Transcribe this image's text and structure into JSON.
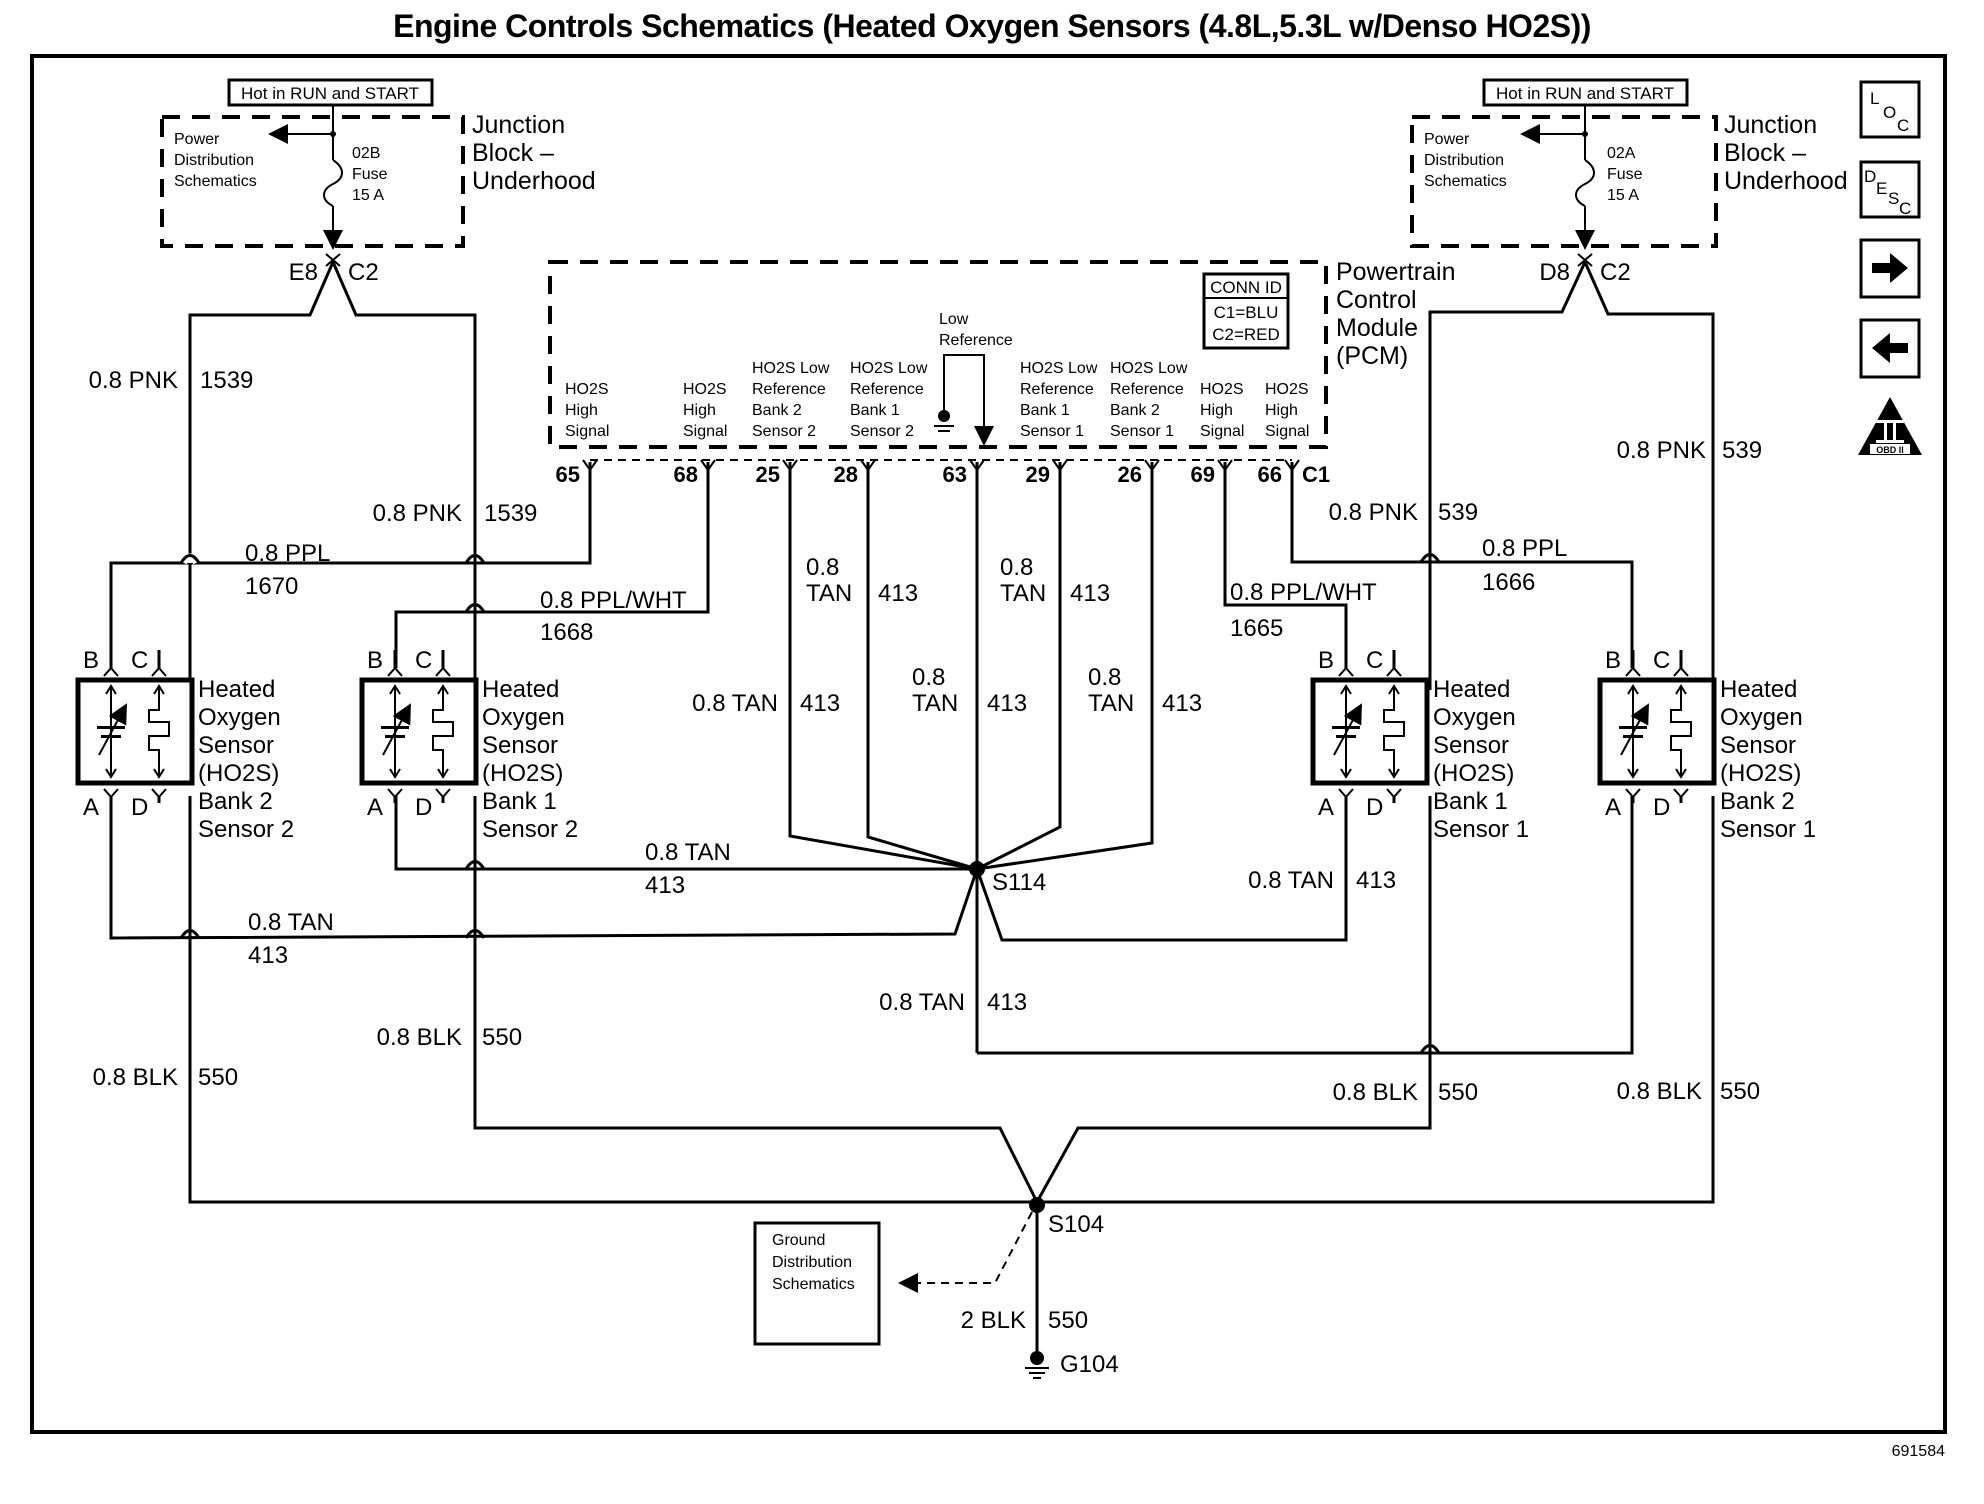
{
  "title": "Engine Controls Schematics (Heated Oxygen Sensors (4.8L,5.3L w/Denso HO2S))",
  "figure_id": "691584",
  "nav_icons": [
    {
      "name": "loc-icon",
      "label": "LOC"
    },
    {
      "name": "desc-icon",
      "label": "DESC"
    },
    {
      "name": "next-arrow-icon",
      "label": "→"
    },
    {
      "name": "prev-arrow-icon",
      "label": "←"
    },
    {
      "name": "obd-ii-icon",
      "label": "OBD II"
    }
  ],
  "junction_blocks": [
    {
      "hot_label": "Hot in RUN and START",
      "feed_label": [
        "Power",
        "Distribution",
        "Schematics"
      ],
      "fuse": [
        "02B",
        "Fuse",
        "15 A"
      ],
      "name": [
        "Junction",
        "Block –",
        "Underhood"
      ],
      "connector_pin": "E8",
      "connector": "C2"
    },
    {
      "hot_label": "Hot in RUN and START",
      "feed_label": [
        "Power",
        "Distribution",
        "Schematics"
      ],
      "fuse": [
        "02A",
        "Fuse",
        "15 A"
      ],
      "name": [
        "Junction",
        "Block –",
        "Underhood"
      ],
      "connector_pin": "D8",
      "connector": "C2"
    }
  ],
  "pcm": {
    "name": [
      "Powertrain",
      "Control",
      "Module",
      "(PCM)"
    ],
    "conn_id": {
      "title": "CONN ID",
      "c1": "C1=BLU",
      "c2": "C2=RED"
    },
    "low_reference": [
      "Low",
      "Reference"
    ],
    "connector": "C1",
    "pins": [
      {
        "pin": "65",
        "label": [
          "HO2S",
          "High",
          "Signal"
        ]
      },
      {
        "pin": "68",
        "label": [
          "HO2S",
          "High",
          "Signal"
        ]
      },
      {
        "pin": "25",
        "label": [
          "HO2S Low",
          "Reference",
          "Bank 2",
          "Sensor 2"
        ]
      },
      {
        "pin": "28",
        "label": [
          "HO2S Low",
          "Reference",
          "Bank 1",
          "Sensor 2"
        ]
      },
      {
        "pin": "63",
        "label": []
      },
      {
        "pin": "29",
        "label": [
          "HO2S Low",
          "Reference",
          "Bank 1",
          "Sensor 1"
        ]
      },
      {
        "pin": "26",
        "label": [
          "HO2S Low",
          "Reference",
          "Bank 2",
          "Sensor 1"
        ]
      },
      {
        "pin": "69",
        "label": [
          "HO2S",
          "High",
          "Signal"
        ]
      },
      {
        "pin": "66",
        "label": [
          "HO2S",
          "High",
          "Signal"
        ]
      }
    ]
  },
  "sensors": [
    {
      "name": [
        "Heated",
        "Oxygen",
        "Sensor",
        "(HO2S)",
        "Bank 2",
        "Sensor 2"
      ],
      "pins": [
        "B",
        "C",
        "A",
        "D"
      ]
    },
    {
      "name": [
        "Heated",
        "Oxygen",
        "Sensor",
        "(HO2S)",
        "Bank 1",
        "Sensor 2"
      ],
      "pins": [
        "B",
        "C",
        "A",
        "D"
      ]
    },
    {
      "name": [
        "Heated",
        "Oxygen",
        "Sensor",
        "(HO2S)",
        "Bank 1",
        "Sensor 1"
      ],
      "pins": [
        "B",
        "C",
        "A",
        "D"
      ]
    },
    {
      "name": [
        "Heated",
        "Oxygen",
        "Sensor",
        "(HO2S)",
        "Bank 2",
        "Sensor 1"
      ],
      "pins": [
        "B",
        "C",
        "A",
        "D"
      ]
    }
  ],
  "wires": {
    "pnk_1539_a": {
      "gauge": "0.8 PNK",
      "circuit": "1539"
    },
    "pnk_1539_b": {
      "gauge": "0.8 PNK",
      "circuit": "1539"
    },
    "pnk_539_a": {
      "gauge": "0.8 PNK",
      "circuit": "539"
    },
    "pnk_539_b": {
      "gauge": "0.8 PNK",
      "circuit": "539"
    },
    "ppl_1670": {
      "gauge": "0.8 PPL",
      "circuit": "1670"
    },
    "pplwht_1668": {
      "gauge": "0.8 PPL/WHT",
      "circuit": "1668"
    },
    "pplwht_1665": {
      "gauge": "0.8 PPL/WHT",
      "circuit": "1665"
    },
    "ppl_1666": {
      "gauge": "0.8 PPL",
      "circuit": "1666"
    },
    "tan_25": {
      "gauge": "0.8 TAN",
      "circuit": "413"
    },
    "tan_28": {
      "gauge": [
        "0.8",
        "TAN"
      ],
      "circuit": "413"
    },
    "tan_63": {
      "gauge": [
        "0.8",
        "TAN"
      ],
      "circuit": "413"
    },
    "tan_29": {
      "gauge": [
        "0.8",
        "TAN"
      ],
      "circuit": "413"
    },
    "tan_26": {
      "gauge": [
        "0.8",
        "TAN"
      ],
      "circuit": "413"
    },
    "tan_b1s2": {
      "gauge": "0.8 TAN",
      "circuit": "413"
    },
    "tan_b2s2": {
      "gauge": "0.8 TAN",
      "circuit": "413"
    },
    "tan_b1s1": {
      "gauge": "0.8 TAN",
      "circuit": "413"
    },
    "tan_b2s1": {
      "gauge": "0.8 TAN",
      "circuit": "413"
    },
    "blk_b2s2": {
      "gauge": "0.8 BLK",
      "circuit": "550"
    },
    "blk_b1s2": {
      "gauge": "0.8 BLK",
      "circuit": "550"
    },
    "blk_b1s1": {
      "gauge": "0.8 BLK",
      "circuit": "550"
    },
    "blk_b2s1": {
      "gauge": "0.8 BLK",
      "circuit": "550"
    },
    "blk_main": {
      "gauge": "2 BLK",
      "circuit": "550"
    }
  },
  "splices": {
    "s114": "S114",
    "s104": "S104"
  },
  "ground": {
    "id": "G104",
    "distribution": [
      "Ground",
      "Distribution",
      "Schematics"
    ]
  }
}
